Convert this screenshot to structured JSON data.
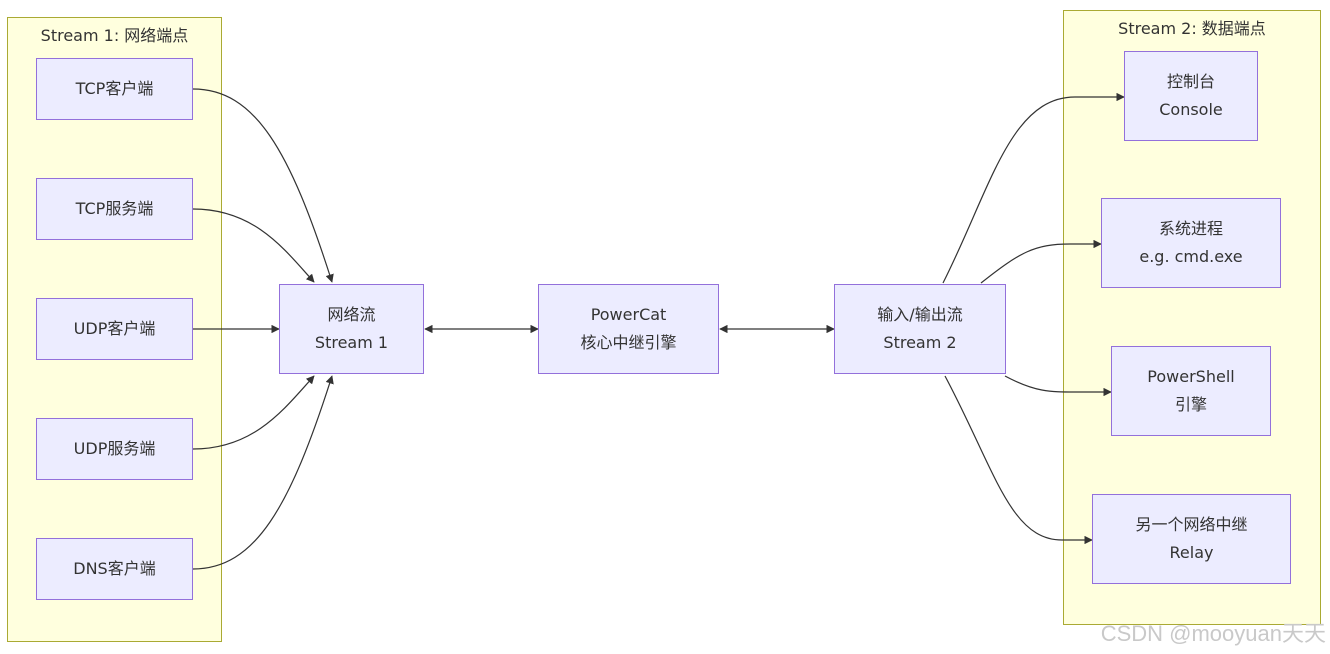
{
  "groups": {
    "left": {
      "title": "Stream 1: 网络端点"
    },
    "right": {
      "title": "Stream 2: 数据端点"
    }
  },
  "nodes": {
    "tcp_client": {
      "line1": "TCP客户端"
    },
    "tcp_server": {
      "line1": "TCP服务端"
    },
    "udp_client": {
      "line1": "UDP客户端"
    },
    "udp_server": {
      "line1": "UDP服务端"
    },
    "dns_client": {
      "line1": "DNS客户端"
    },
    "net_stream": {
      "line1": "网络流",
      "line2": "Stream 1"
    },
    "powercat": {
      "line1": "PowerCat",
      "line2": "核心中继引擎"
    },
    "io_stream": {
      "line1": "输入/输出流",
      "line2": "Stream 2"
    },
    "console": {
      "line1": "控制台",
      "line2": "Console"
    },
    "process": {
      "line1": "系统进程",
      "line2": "e.g. cmd.exe"
    },
    "powershell": {
      "line1": "PowerShell",
      "line2": "引擎"
    },
    "relay": {
      "line1": "另一个网络中继",
      "line2": "Relay"
    }
  },
  "colors": {
    "group_fill": "#ffffde",
    "group_border": "#aaaa33",
    "node_fill": "#ececff",
    "node_border": "#9370db",
    "edge": "#333333"
  },
  "watermark": "CSDN @mooyuan天天"
}
